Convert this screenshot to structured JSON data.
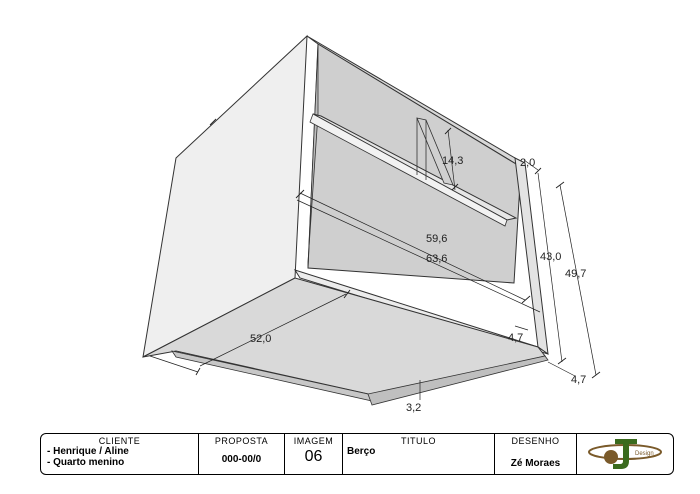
{
  "dimensions": {
    "d_14_3": "14,3",
    "d_2_0": "2,0",
    "d_59_6": "59,6",
    "d_63_6": "63,6",
    "d_43_0": "43,0",
    "d_49_7": "49,7",
    "d_52_0": "52,0",
    "d_4_7_front": "4,7",
    "d_4_7_side": "4,7",
    "d_3_2": "3,2"
  },
  "title_block": {
    "cliente_label": "CLIENTE",
    "cliente_line1": "- Henrique / Aline",
    "cliente_line2": "- Quarto menino",
    "proposta_label": "PROPOSTA",
    "proposta_value": "000-00/0",
    "imagem_label": "IMAGEM",
    "imagem_value": "06",
    "titulo_label": "TITULO",
    "titulo_value": "Berço",
    "desenho_label": "DESENHO",
    "desenho_value": "Zé Moraes",
    "logo_text": "Design"
  },
  "colors": {
    "panel_light": "#efefef",
    "panel_mid": "#dadada",
    "panel_dark": "#c9c9c9",
    "edge": "#333333",
    "logo_green": "#3a6b1e",
    "logo_brown": "#7a5a2a"
  }
}
